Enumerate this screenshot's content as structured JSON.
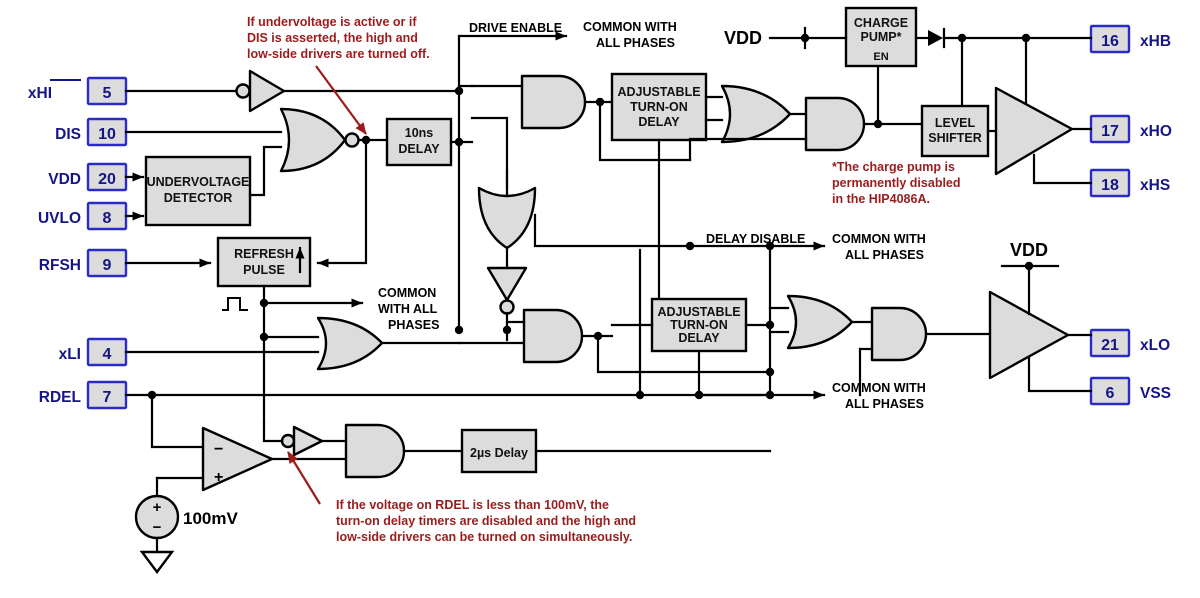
{
  "title": "HIP4086 Functional Block Diagram (one phase)",
  "colors": {
    "pin_border": "#2b2bc8",
    "pin_label": "#151585",
    "block_fill": "#dcdcdc",
    "note_red": "#9b1c1c",
    "wire": "#000000"
  },
  "input_pins": [
    {
      "label": "xHI",
      "number": "5",
      "overbar": true,
      "name": "pin-xhi"
    },
    {
      "label": "DIS",
      "number": "10",
      "overbar": false,
      "name": "pin-dis"
    },
    {
      "label": "VDD",
      "number": "20",
      "overbar": false,
      "name": "pin-vdd"
    },
    {
      "label": "UVLO",
      "number": "8",
      "overbar": false,
      "name": "pin-uvlo"
    },
    {
      "label": "RFSH",
      "number": "9",
      "overbar": false,
      "name": "pin-rfsh"
    },
    {
      "label": "xLI",
      "number": "4",
      "overbar": false,
      "name": "pin-xli"
    },
    {
      "label": "RDEL",
      "number": "7",
      "overbar": false,
      "name": "pin-rdel"
    }
  ],
  "output_pins": [
    {
      "label": "xHB",
      "number": "16",
      "name": "pin-xhb"
    },
    {
      "label": "xHO",
      "number": "17",
      "name": "pin-xho"
    },
    {
      "label": "xHS",
      "number": "18",
      "name": "pin-xhs"
    },
    {
      "label": "xLO",
      "number": "21",
      "name": "pin-xlo"
    },
    {
      "label": "VSS",
      "number": "6",
      "name": "pin-vss"
    }
  ],
  "blocks": [
    {
      "id": "undervoltage",
      "lines": [
        "UNDERVOLTAGE",
        "DETECTOR"
      ]
    },
    {
      "id": "refresh",
      "lines": [
        "REFRESH",
        "PULSE"
      ]
    },
    {
      "id": "delay10ns",
      "lines": [
        "10ns",
        "DELAY"
      ]
    },
    {
      "id": "turnon_hi",
      "lines": [
        "ADJUSTABLE",
        "TURN-ON",
        "DELAY"
      ]
    },
    {
      "id": "turnon_lo",
      "lines": [
        "ADJUSTABLE",
        "TURN-ON",
        "DELAY"
      ]
    },
    {
      "id": "chargepump",
      "lines": [
        "CHARGE",
        "PUMP*"
      ],
      "sublabel": "EN"
    },
    {
      "id": "levelshifter",
      "lines": [
        "LEVEL",
        "SHIFTER"
      ]
    },
    {
      "id": "delay2us",
      "lines": [
        "2µs Delay"
      ]
    }
  ],
  "net_labels": {
    "drive_enable": "DRIVE ENABLE",
    "delay_disable": "DELAY DISABLE",
    "common_top_l1": "COMMON WITH",
    "common_top_l2": "ALL PHASES",
    "common_mid_l1": "COMMON",
    "common_mid_l2": "WITH ALL",
    "common_mid_l3": "PHASES",
    "common_right_l1": "COMMON WITH",
    "common_right_l2": "ALL PHASES",
    "common_bot_l1": "COMMON WITH",
    "common_bot_l2": "ALL PHASES"
  },
  "supply_labels": {
    "vdd_charge_pump": "VDD",
    "vdd_low_driver": "VDD"
  },
  "reference": {
    "voltage": "100mV"
  },
  "notes": [
    {
      "id": "note-undervoltage",
      "text": "If undervoltage is active or if\nDIS is asserted, the high and\nlow-side drivers are turned off."
    },
    {
      "id": "note-chargepump",
      "text": "*The charge pump is\npermanently disabled\nin the HIP4086A."
    },
    {
      "id": "note-rdel",
      "text": "If the voltage on RDEL is less than 100mV, the\nturn-on delay timers are disabled and the high and\nlow-side drivers can be turned on simultaneously."
    }
  ]
}
